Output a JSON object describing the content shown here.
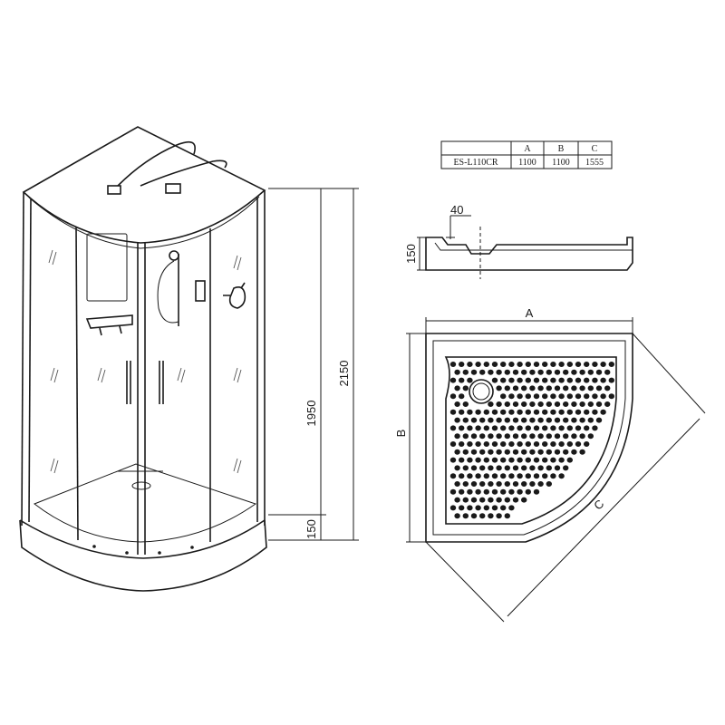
{
  "spec_table": {
    "headers": [
      "A",
      "B",
      "C"
    ],
    "rows": [
      {
        "model": "ES-L110CR",
        "values": [
          "1100",
          "1100",
          "1555"
        ]
      }
    ]
  },
  "cabin_dimensions": {
    "total_height": "2150",
    "cabin_height": "1950",
    "tray_height": "150"
  },
  "tray_profile": {
    "top_offset": "40",
    "height": "150"
  },
  "tray_plan": {
    "width_label": "A",
    "depth_label": "B",
    "diagonal_label": "C"
  }
}
